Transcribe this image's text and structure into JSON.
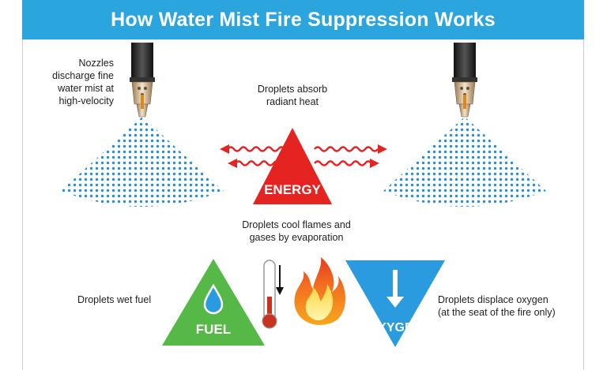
{
  "title": "How Water Mist Fire Suppression Works",
  "labels": {
    "nozzles": [
      "Nozzles",
      "discharge fine",
      "water mist at",
      "high-velocity"
    ],
    "absorb": [
      "Droplets absorb",
      "radiant heat"
    ],
    "cool": [
      "Droplets cool flames and",
      "gases by evaporation"
    ],
    "wet": "Droplets wet fuel",
    "displace": [
      "Droplets displace oxygen",
      "(at the seat of the fire only)"
    ]
  },
  "triangles": {
    "energy": "ENERGY",
    "fuel": "FUEL",
    "oxygen": "OXYGEN"
  },
  "colors": {
    "header": "#2aa5dd",
    "energy": "#e52421",
    "fuel": "#56b947",
    "oxygen": "#2b9be0",
    "mist": "#2a8fd4",
    "wave": "#e52421"
  }
}
